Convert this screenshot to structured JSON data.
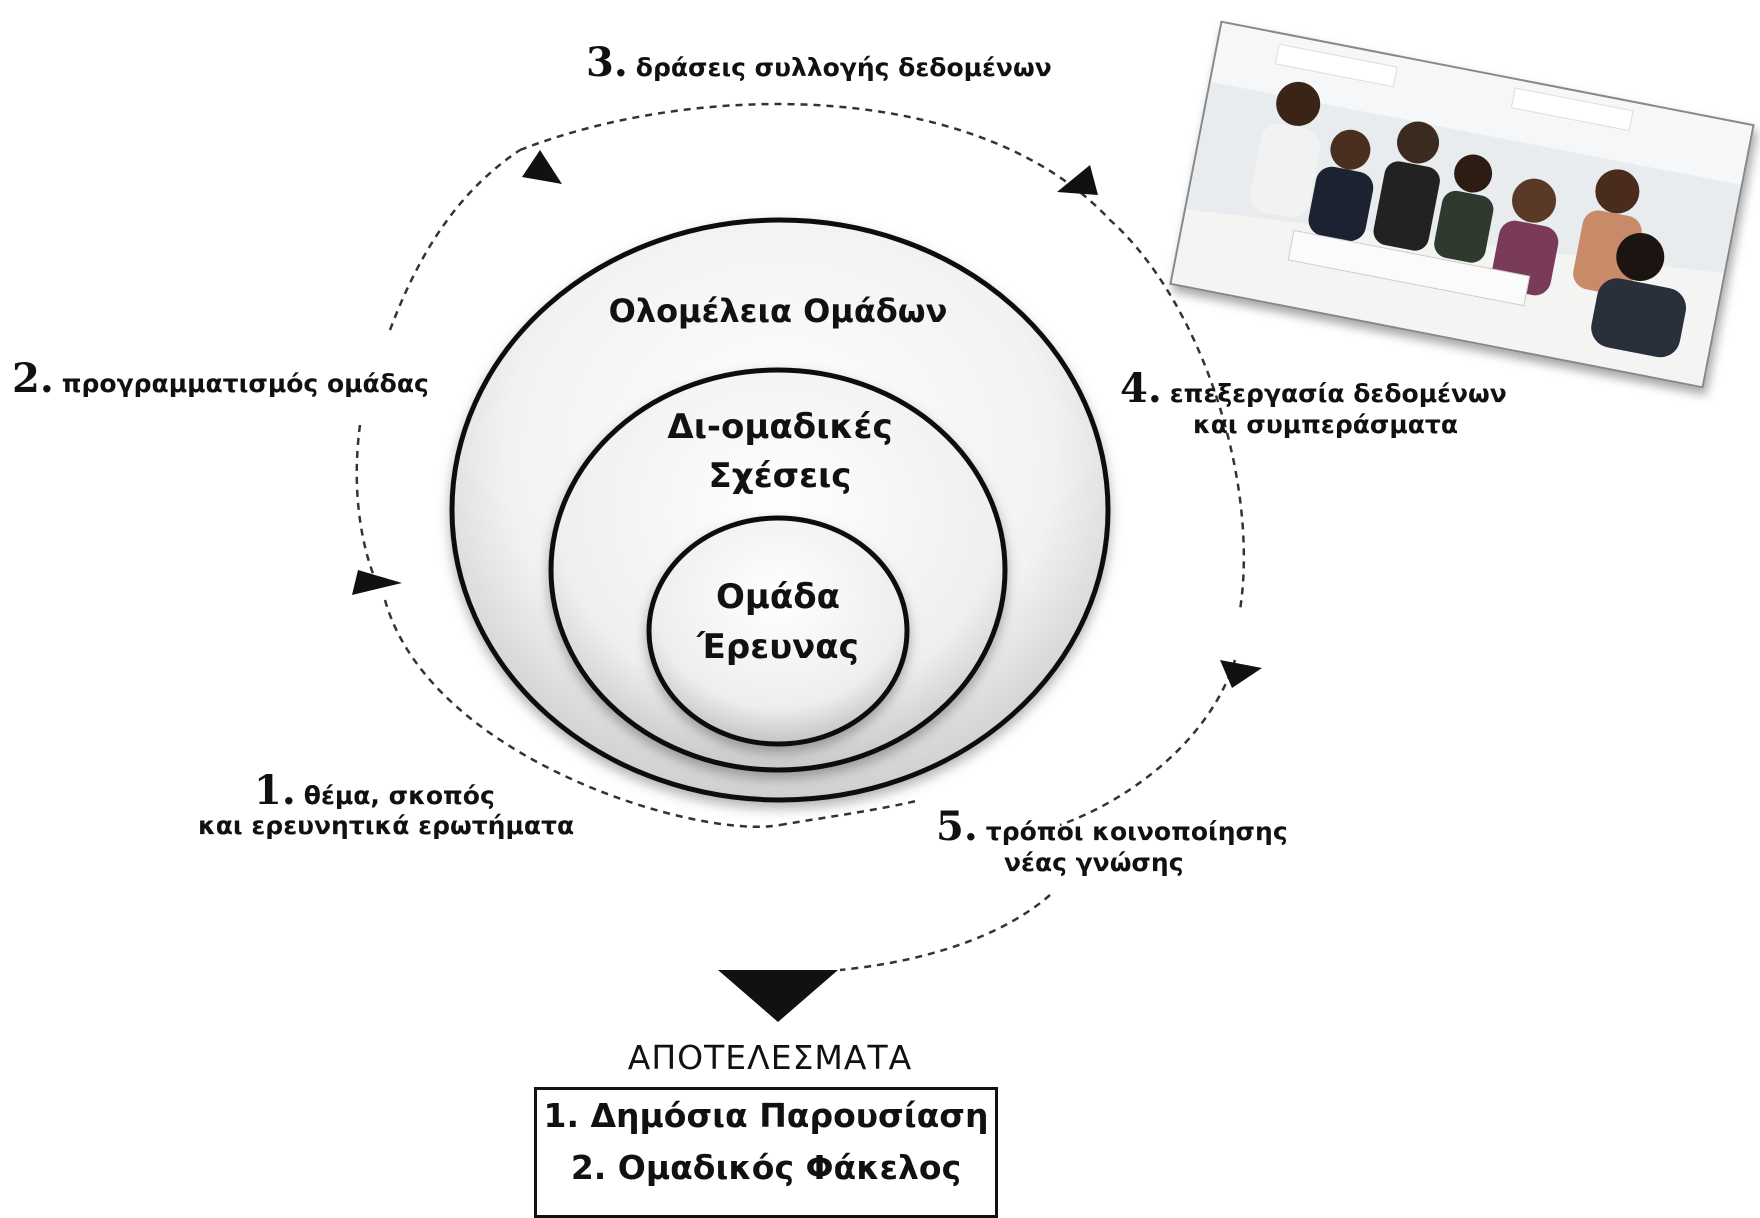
{
  "circles": {
    "outer": "Ολομέλεια Ομάδων",
    "middle_line1": "Δι-ομαδικές",
    "middle_line2": "Σχέσεις",
    "inner_line1": "Ομάδα",
    "inner_line2": "Έρευνας"
  },
  "steps": [
    {
      "num": "1.",
      "line1": "θέμα, σκοπός",
      "line2": "και ερευνητικά ερωτήματα"
    },
    {
      "num": "2.",
      "line1": "προγραμματισμός ομάδας"
    },
    {
      "num": "3.",
      "line1": "δράσεις συλλογής δεδομένων"
    },
    {
      "num": "4.",
      "line1": "επεξεργασία δεδομένων",
      "line2": "και συμπεράσματα"
    },
    {
      "num": "5.",
      "line1": "τρόποι κοινοποίησης",
      "line2": "νέας γνώσης"
    }
  ],
  "results": {
    "title": "ΑΠΟΤΕΛΕΣΜΑΤΑ",
    "items": [
      "1. Δημόσια Παρουσίαση",
      "2. Ομαδικός Φάκελος"
    ]
  },
  "photo": {
    "description_icon": "students-group-photo"
  }
}
